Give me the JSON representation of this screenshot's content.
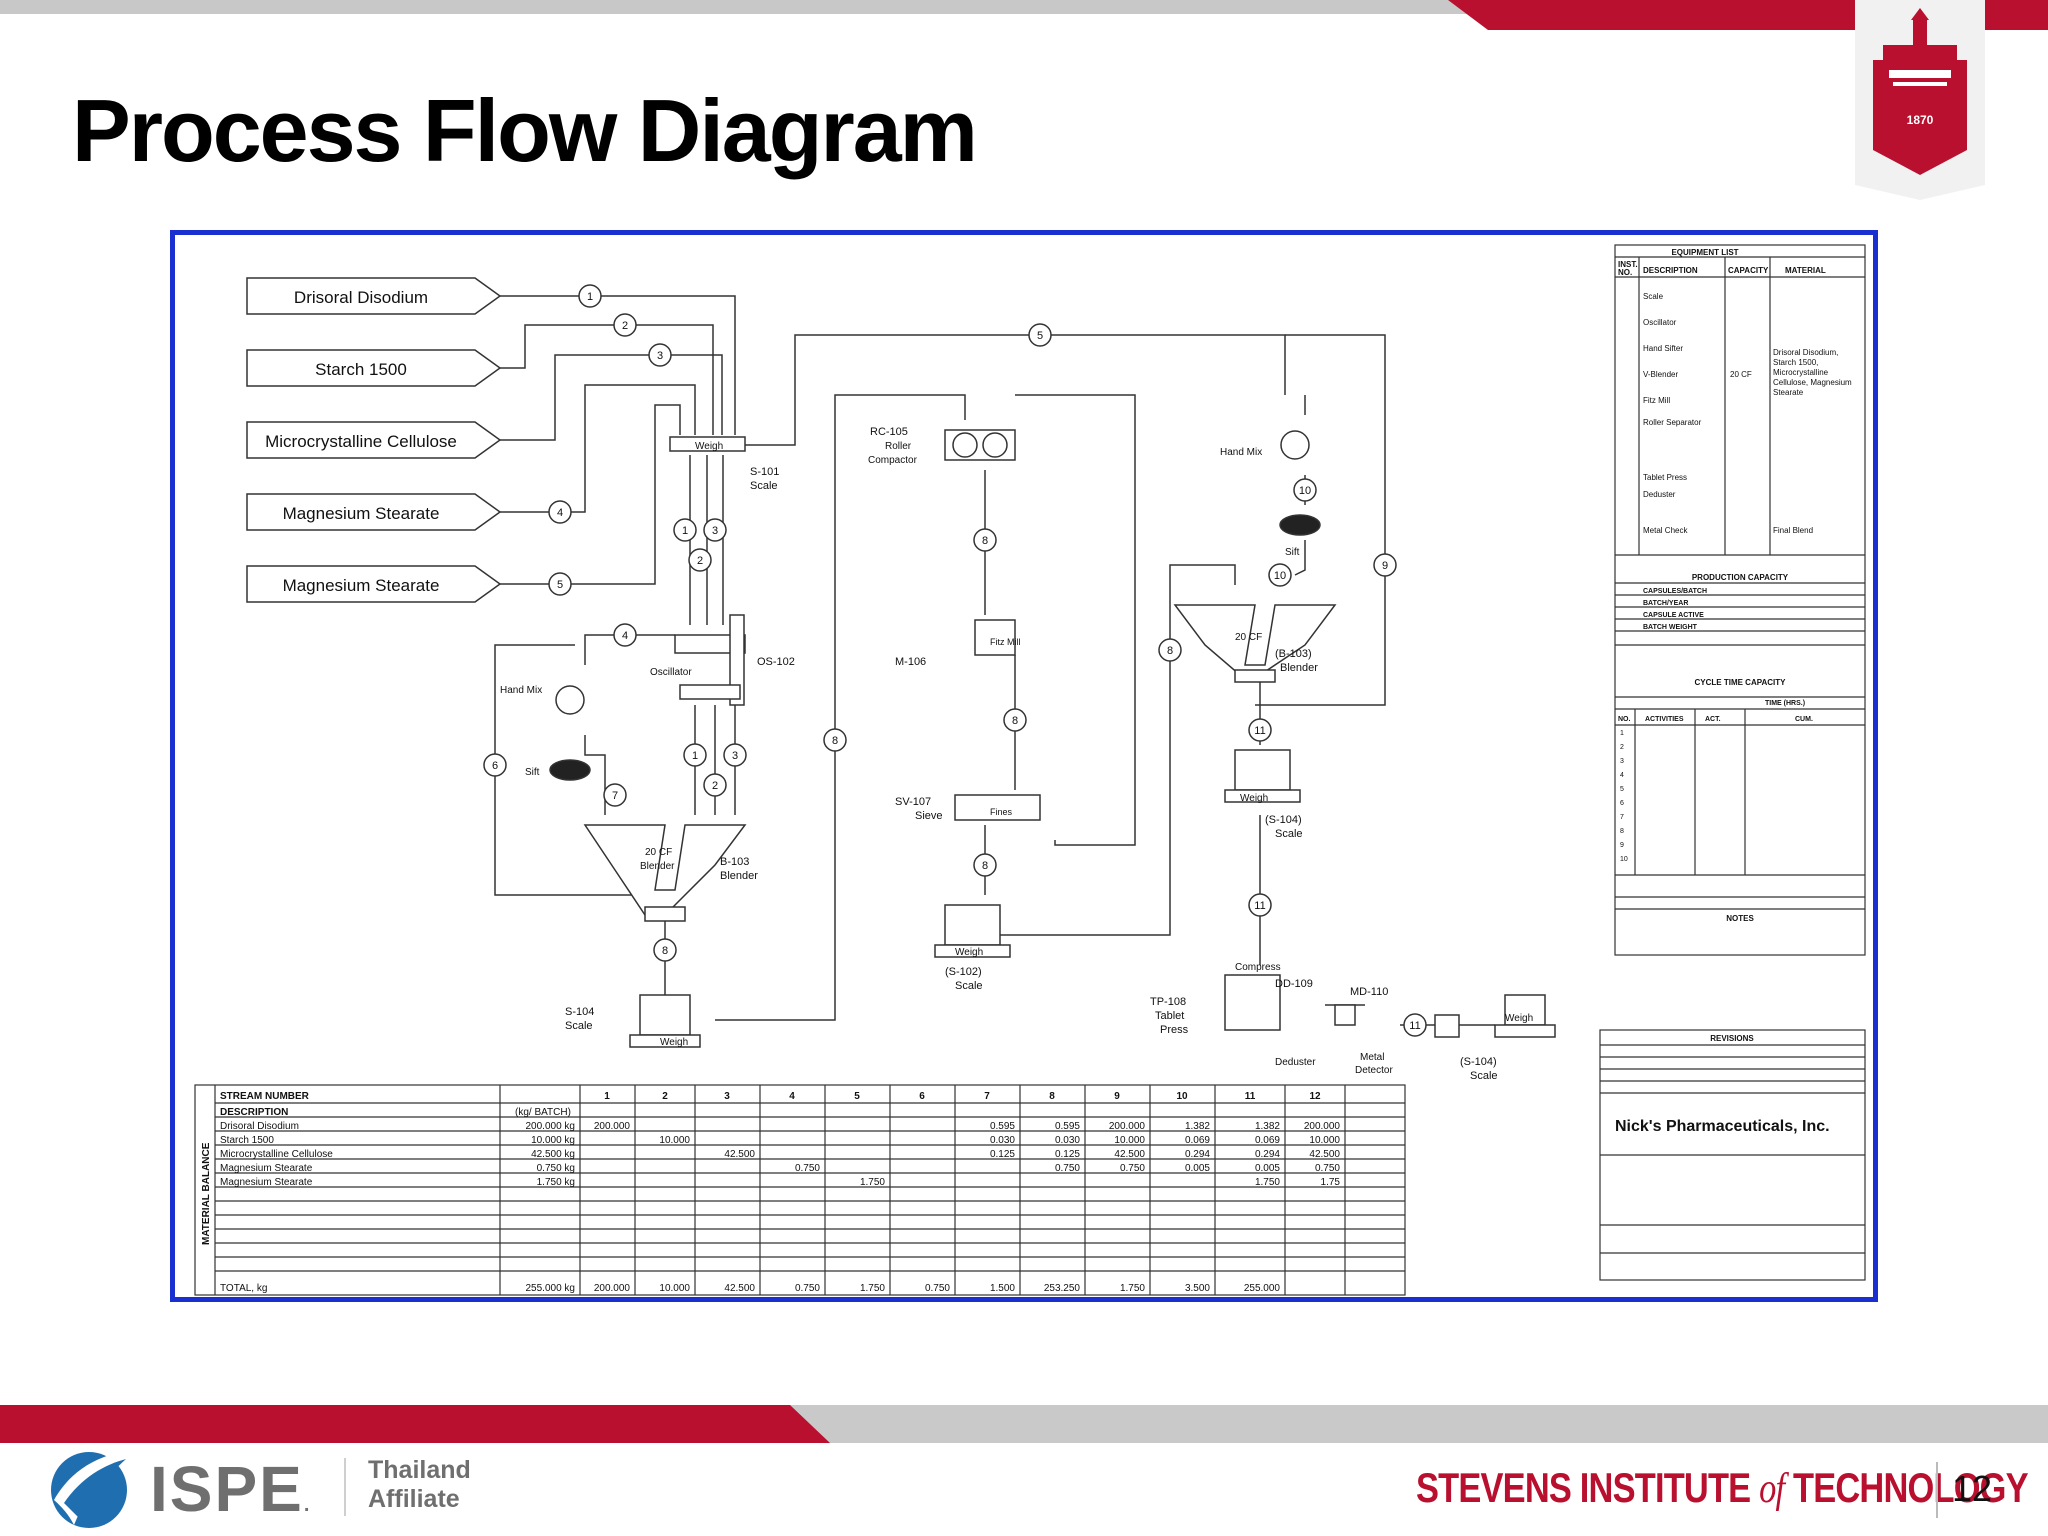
{
  "slide": {
    "title": "Process Flow Diagram",
    "page_number": "12",
    "colors": {
      "accent": "#b8102e",
      "frame": "#1a2fd0",
      "grey": "#c9c9c9"
    }
  },
  "seal": {
    "year": "1870",
    "icon": "stevens-castle-seal-icon"
  },
  "footer": {
    "ispe": "ISPE",
    "ispe_mark": ".",
    "affiliate_line1": "Thailand",
    "affiliate_line2": "Affiliate",
    "stevens_a": "STEVENS INSTITUTE ",
    "stevens_of": "of",
    "stevens_b": " TECHNOLOGY"
  },
  "diagram": {
    "inputs": [
      "Drisoral Disodium",
      "Starch 1500",
      "Microcrystalline Cellulose",
      "Magnesium Stearate",
      "Magnesium Stearate"
    ],
    "labels": {
      "weigh": "Weigh",
      "s101": "S-101",
      "scale": "Scale",
      "oscillator": "Oscillator",
      "os102": "OS-102",
      "hand_mix": "Hand Mix",
      "sift": "Sift",
      "cf20": "20 CF",
      "blender": "Blender",
      "b103": "B-103",
      "b103p": "(B-103)",
      "s104": "S-104",
      "s104p": "(S-104)",
      "s102p": "(S-102)",
      "rc105": "RC-105",
      "roller": "Roller",
      "compactor": "Compactor",
      "m106": "M-106",
      "fitz_mill": "Fitz Mill",
      "sv107": "SV-107",
      "sieve": "Sieve",
      "fines": "Fines",
      "tp108": "TP-108",
      "tablet": "Tablet",
      "press": "Press",
      "compress": "Compress",
      "dd109": "DD-109",
      "deduster": "Deduster",
      "md110": "MD-110",
      "metal": "Metal",
      "detector": "Detector"
    }
  },
  "equipment_list": {
    "title": "EQUIPMENT LIST",
    "headers": [
      "NO.",
      "DESCRIPTION",
      "CAPACITY",
      "MATERIAL"
    ],
    "inst": "INST.",
    "items": [
      "Scale",
      "Oscillator",
      "Hand Sifter",
      "V-Blender",
      "Fitz Mill",
      "Roller Separator",
      "",
      "Tablet Press",
      "Deduster",
      "",
      "Metal Check"
    ],
    "capacity": "20 CF",
    "material_lines": [
      "Drisoral Disodium,",
      "Starch 1500,",
      "Microcrystalline",
      "Cellulose, Magnesium",
      "Stearate"
    ],
    "final_blend": "Final Blend"
  },
  "production_capacity": {
    "title": "PRODUCTION CAPACITY",
    "rows": [
      "CAPSULES/BATCH",
      "BATCH/YEAR",
      "CAPSULE ACTIVE",
      "BATCH WEIGHT"
    ]
  },
  "cycle_time": {
    "title": "CYCLE TIME CAPACITY",
    "time_hrs": "TIME (HRS.)",
    "headers": [
      "NO.",
      "ACTIVITIES",
      "ACT.",
      "CUM."
    ],
    "nums": [
      "1",
      "2",
      "3",
      "4",
      "5",
      "6",
      "7",
      "8",
      "9",
      "10"
    ]
  },
  "notes": {
    "title": "NOTES"
  },
  "revisions": {
    "title": "REVISIONS"
  },
  "title_block": {
    "company": "Nick's Pharmaceuticals, Inc."
  },
  "material_balance": {
    "side_label": "MATERIAL BALANCE",
    "stream_number": "STREAM NUMBER",
    "description": "DESCRIPTION",
    "unit": "(kg/ BATCH)",
    "streams": [
      "1",
      "2",
      "3",
      "4",
      "5",
      "6",
      "7",
      "8",
      "9",
      "10",
      "11",
      "12"
    ],
    "rows": [
      {
        "name": "Drisoral Disodium",
        "total": "200.000 kg",
        "vals": [
          "200.000",
          "",
          "",
          "",
          "",
          "0.595",
          "0.595",
          "200.000",
          "1.382",
          "1.382",
          "200.000",
          ""
        ]
      },
      {
        "name": "Starch 1500",
        "total": "10.000 kg",
        "vals": [
          "",
          "10.000",
          "",
          "",
          "",
          "0.030",
          "0.030",
          "10.000",
          "0.069",
          "0.069",
          "10.000",
          ""
        ]
      },
      {
        "name": "Microcrystalline Cellulose",
        "total": "42.500 kg",
        "vals": [
          "",
          "",
          "42.500",
          "",
          "",
          "0.125",
          "0.125",
          "42.500",
          "0.294",
          "0.294",
          "42.500",
          ""
        ]
      },
      {
        "name": "Magnesium Stearate",
        "total": "0.750 kg",
        "vals": [
          "",
          "",
          "",
          "0.750",
          "",
          "",
          "0.750",
          "0.750",
          "0.005",
          "0.005",
          "0.750",
          ""
        ]
      },
      {
        "name": "Magnesium Stearate",
        "total": "1.750 kg",
        "vals": [
          "",
          "",
          "",
          "",
          "1.750",
          "",
          "",
          "",
          "",
          "1.750",
          "1.75",
          ""
        ]
      }
    ],
    "total_row": {
      "name": "TOTAL, kg",
      "total": "255.000 kg",
      "vals": [
        "200.000",
        "10.000",
        "42.500",
        "0.750",
        "1.750",
        "0.750",
        "1.500",
        "253.250",
        "1.750",
        "3.500",
        "255.000",
        ""
      ]
    }
  }
}
